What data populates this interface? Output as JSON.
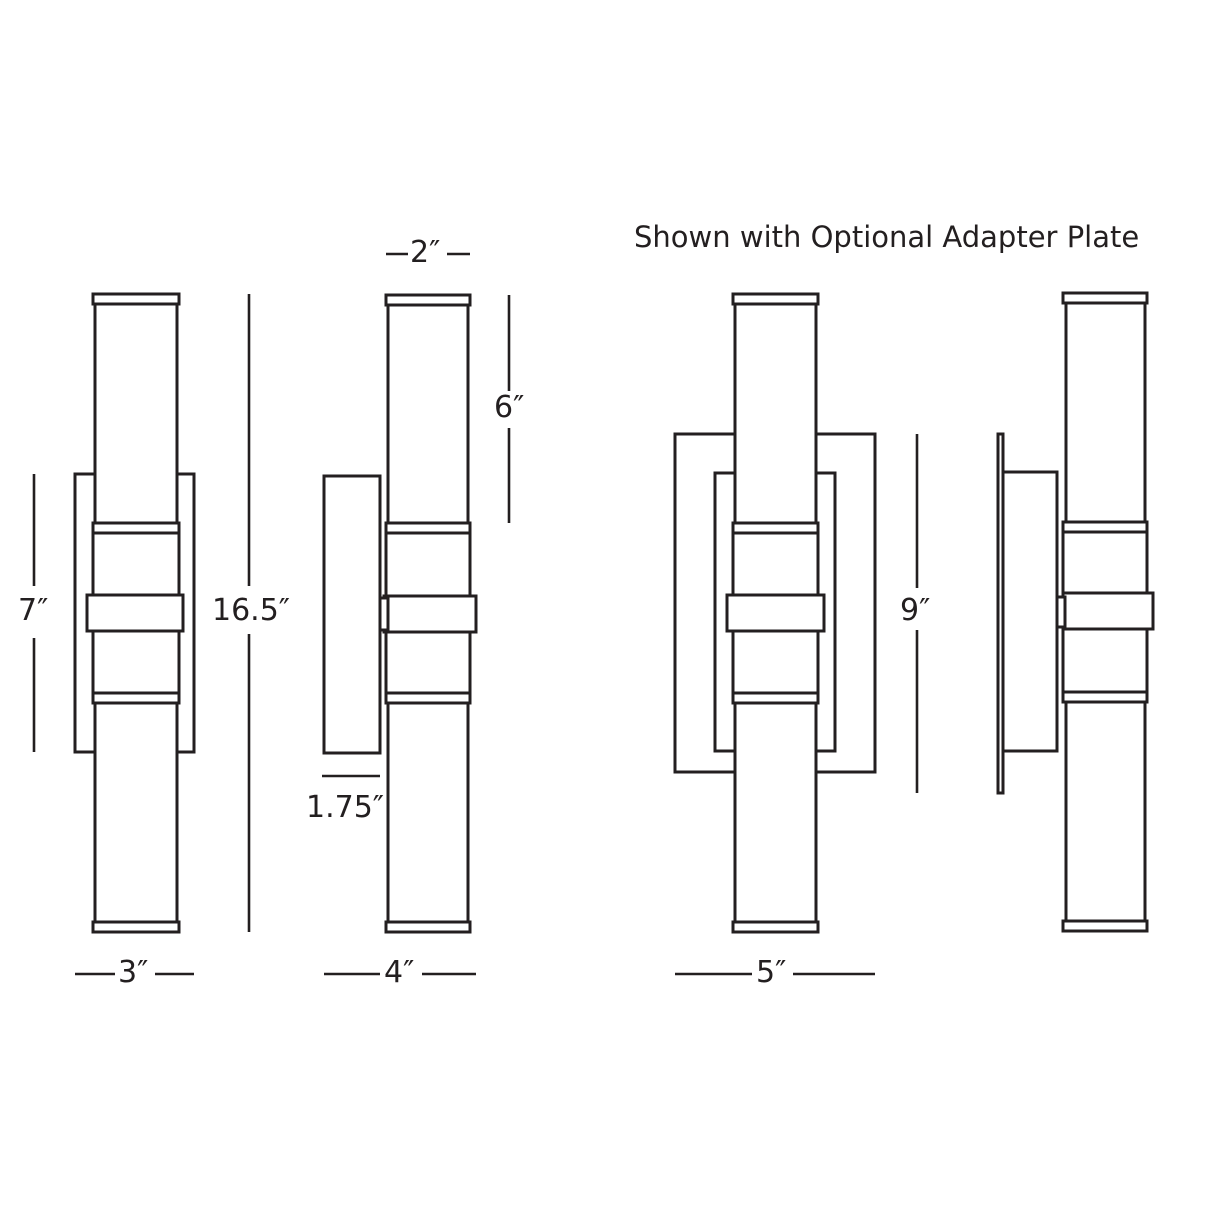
{
  "title": "Shown with Optional Adapter Plate",
  "colors": {
    "line": "#231f20",
    "background": "#ffffff"
  },
  "views": [
    {
      "name": "front-view",
      "dimensions": {
        "backplate_height": "7″",
        "overall_height": "16.5″",
        "backplate_width": "3″"
      }
    },
    {
      "name": "side-view",
      "dimensions": {
        "shade_width": "2″",
        "shade_height": "6″",
        "backplate_depth": "1.75″",
        "extension": "4″"
      }
    },
    {
      "name": "front-view-with-adapter",
      "dimensions": {
        "adapter_height": "9″",
        "adapter_width": "5″"
      }
    },
    {
      "name": "side-view-with-adapter",
      "dimensions": {}
    }
  ],
  "labels": {
    "h7": "7″",
    "h16_5": "16.5″",
    "w3": "3″",
    "w2": "2″",
    "h6": "6″",
    "d1_75": "1.75″",
    "w4": "4″",
    "h9": "9″",
    "w5": "5″"
  }
}
